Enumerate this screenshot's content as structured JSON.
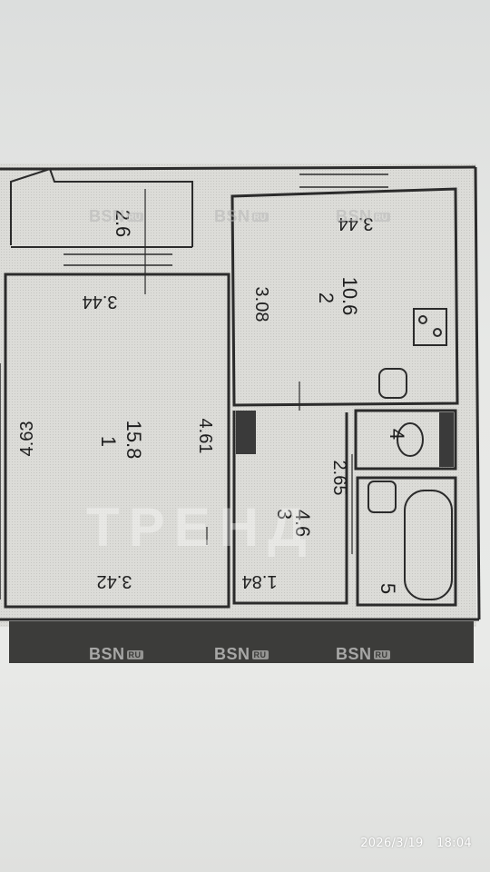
{
  "plan": {
    "rooms": [
      {
        "number": "1",
        "area": "15.8",
        "name": "room-1"
      },
      {
        "number": "2",
        "area": "10.6",
        "name": "room-2"
      },
      {
        "number": "3",
        "area": "4.6",
        "name": "room-3"
      },
      {
        "number": "4",
        "area": "",
        "name": "room-4"
      },
      {
        "number": "5",
        "area": "",
        "name": "room-5"
      }
    ],
    "dimensions": {
      "balcony_depth": "2.6",
      "room1_top": "3.44",
      "room1_left": "4.63",
      "room1_right": "4.61",
      "room1_bottom": "3.42",
      "room2_top": "3.44",
      "room2_left": "3.08",
      "hall_width": "1.84",
      "hall_length": "2.65"
    }
  },
  "watermarks": {
    "brand": "BSN",
    "brand_suffix": "RU",
    "agency": "ТРЕНД"
  },
  "timestamp": {
    "date": "2026/3/19",
    "time": "18:04"
  }
}
